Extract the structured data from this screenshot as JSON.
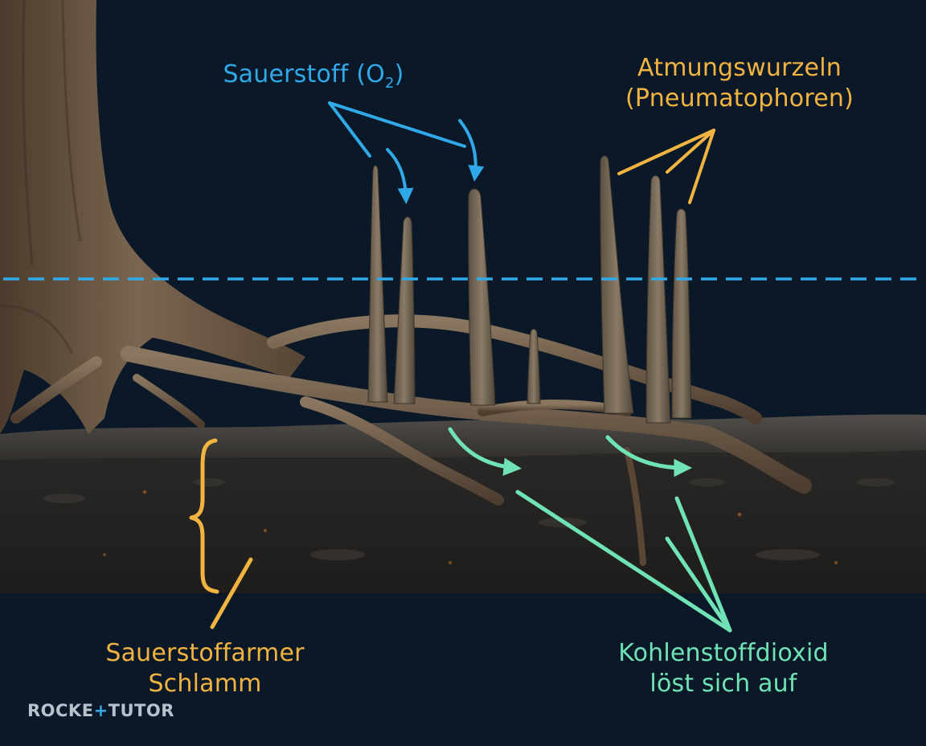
{
  "labels": {
    "oxygen": {
      "text": "Sauerstoff (O",
      "sub": "2",
      "close": ")"
    },
    "pneumatophores": {
      "line1": "Atmungswurzeln",
      "line2": "(Pneumatophoren)"
    },
    "mud": {
      "line1": "Sauerstoffarmer",
      "line2": "Schlamm"
    },
    "co2": {
      "line1": "Kohlenstoffdioxid",
      "line2": "löst sich auf"
    }
  },
  "logo": {
    "part1": "ROCKE",
    "plus": "+",
    "part2": "TUTOR"
  },
  "colors": {
    "background": "#0b1828",
    "oxygen": "#2fa9e8",
    "pneumatophores": "#f2b441",
    "mud_label": "#f2b441",
    "co2": "#6fe3b5",
    "water_line": "#2fa9e8",
    "mud": "#262422",
    "bark": "#6d5a45",
    "logo": "#b9c2cc"
  }
}
